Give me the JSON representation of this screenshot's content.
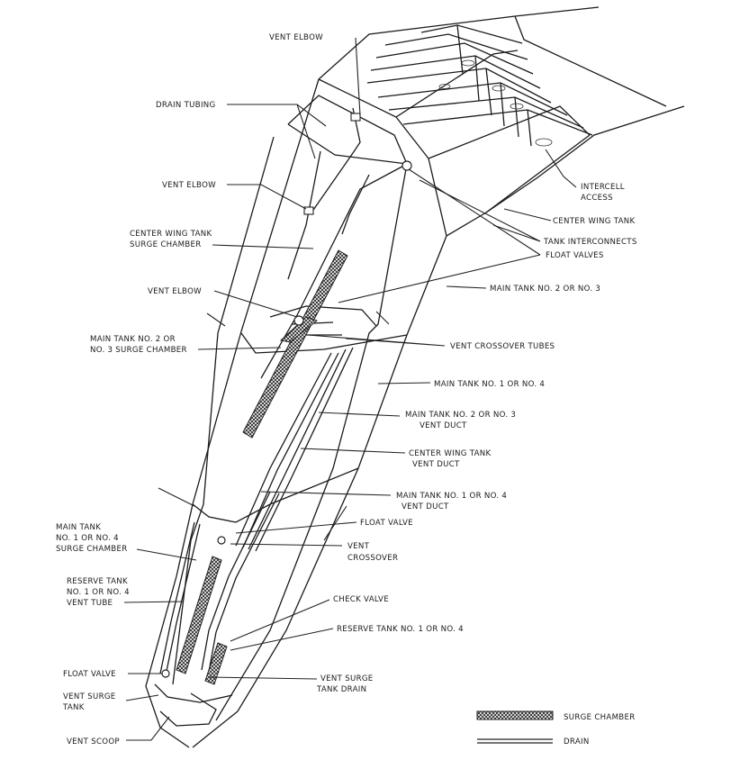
{
  "labels": {
    "vent_elbow_top": "VENT ELBOW",
    "drain_tubing": "DRAIN TUBING",
    "vent_elbow_2": "VENT ELBOW",
    "center_wing_surge_1": "CENTER WING TANK",
    "center_wing_surge_2": "SURGE CHAMBER",
    "vent_elbow_3": "VENT ELBOW",
    "main23_surge_1": "MAIN TANK NO. 2 OR",
    "main23_surge_2": "NO. 3 SURGE CHAMBER",
    "main14_surge_1": "MAIN TANK",
    "main14_surge_2": "NO. 1 OR NO. 4",
    "main14_surge_3": "SURGE CHAMBER",
    "reserve_vent_tube_1": "RESERVE TANK",
    "reserve_vent_tube_2": "NO. 1 OR NO. 4",
    "reserve_vent_tube_3": "VENT TUBE",
    "float_valve_left": "FLOAT VALVE",
    "vent_surge_tank_1": "VENT SURGE",
    "vent_surge_tank_2": "TANK",
    "vent_scoop": "VENT SCOOP",
    "intercell_1": "INTERCELL",
    "intercell_2": "ACCESS",
    "center_wing_tank": "CENTER WING TANK",
    "tank_interconnects": "TANK INTERCONNECTS",
    "float_valves": "FLOAT VALVES",
    "main_tank_23": "MAIN TANK NO. 2 OR NO. 3",
    "vent_crossover_tubes": "VENT CROSSOVER TUBES",
    "main_tank_14": "MAIN TANK NO. 1 OR NO. 4",
    "main23_duct_1": "MAIN TANK NO. 2 OR NO. 3",
    "main23_duct_2": "VENT DUCT",
    "cwt_duct_1": "CENTER WING TANK",
    "cwt_duct_2": "VENT DUCT",
    "main14_duct_1": "MAIN TANK NO. 1 OR NO. 4",
    "main14_duct_2": "VENT DUCT",
    "float_valve_right": "FLOAT VALVE",
    "vent_crossover_1": "VENT",
    "vent_crossover_2": "CROSSOVER",
    "check_valve": "CHECK VALVE",
    "reserve_tank": "RESERVE TANK NO. 1 OR NO. 4",
    "vent_surge_drain_1": "VENT SURGE",
    "vent_surge_drain_2": "TANK DRAIN"
  },
  "legend": {
    "surge_chamber": "SURGE CHAMBER",
    "drain": "DRAIN"
  }
}
